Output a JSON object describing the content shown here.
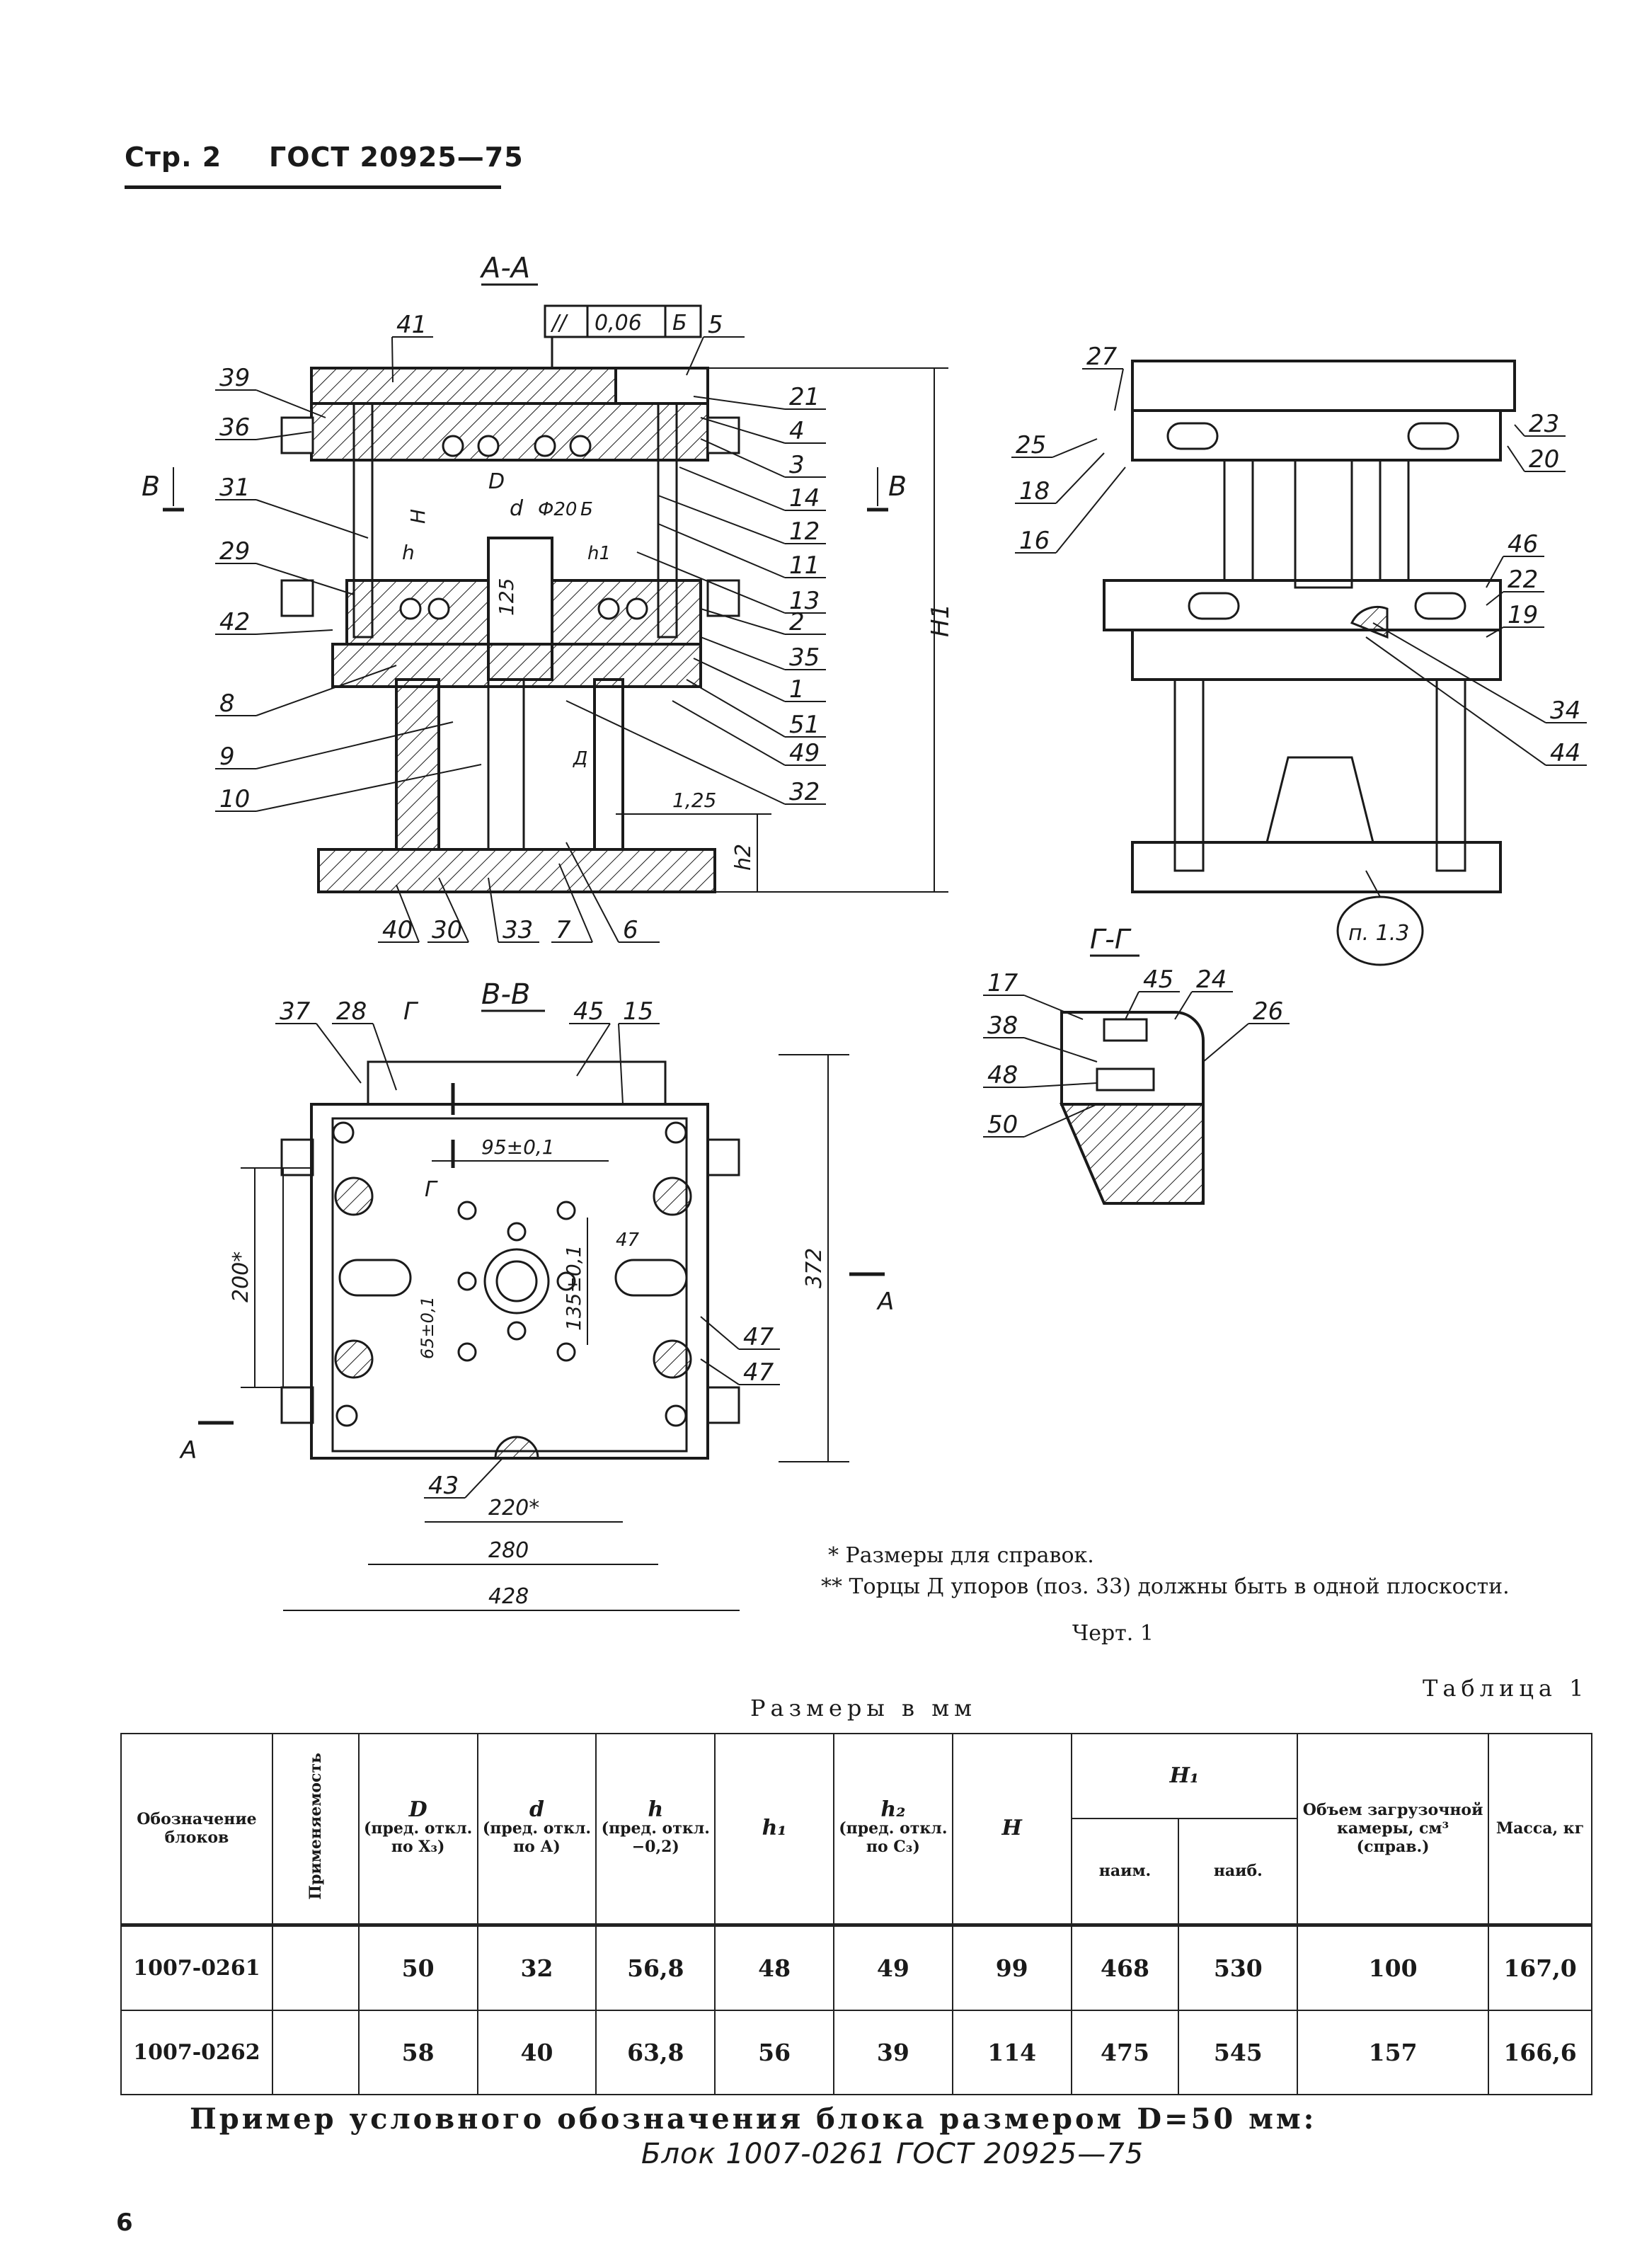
{
  "header": {
    "page_label": "Стр. 2",
    "standard": "ГОСТ 20925—75"
  },
  "drawing": {
    "section_aa": {
      "title": "А-А",
      "tolerance_frame": [
        "//",
        "0,06",
        "Б"
      ],
      "leaders": [
        "41",
        "5",
        "39",
        "36",
        "21",
        "4",
        "3",
        "14",
        "12",
        "11",
        "13",
        "31",
        "29",
        "42",
        "2",
        "35",
        "1",
        "51",
        "8",
        "9",
        "10",
        "49",
        "32",
        "40",
        "30",
        "33",
        "7",
        "6"
      ],
      "dims": [
        "D",
        "d",
        "Ф20",
        "Б",
        "H",
        "h",
        "h1",
        "125",
        "1,25",
        "h2",
        "H1",
        "Д"
      ],
      "cut_marks": [
        "В",
        "В"
      ]
    },
    "side_view": {
      "leaders": [
        "27",
        "25",
        "18",
        "16",
        "23",
        "20",
        "46",
        "22",
        "19",
        "34",
        "44"
      ],
      "callout": "п. 1.3"
    },
    "section_vv": {
      "title": "В-В",
      "leaders": [
        "37",
        "28",
        "45",
        "15",
        "47",
        "47",
        "43"
      ],
      "dims": [
        "95±0,1",
        "47",
        "135±0,1",
        "65±0,1",
        "200*",
        "372",
        "220*",
        "280",
        "428"
      ],
      "cut_marks": [
        "Г",
        "Г",
        "А",
        "А"
      ]
    },
    "section_gg": {
      "title": "Г-Г",
      "leaders": [
        "17",
        "45",
        "24",
        "26",
        "38",
        "48",
        "50"
      ]
    }
  },
  "notes": {
    "note1": "* Размеры для справок.",
    "note2": "** Торцы Д упоров (поз. 33) должны быть в одной плоскости.",
    "caption": "Черт. 1"
  },
  "table": {
    "label": "Таблица 1",
    "units": "Размеры в мм",
    "headers": {
      "designation": "Обозначение блоков",
      "applicability": "Применяемость",
      "D": "D",
      "D_sub": "(пред. откл. по X₃)",
      "d": "d",
      "d_sub": "(пред. откл. по А)",
      "h": "h",
      "h_sub": "(пред. откл. −0,2)",
      "h1": "h₁",
      "h2": "h₂",
      "h2_sub": "(пред. откл. по С₃)",
      "H": "H",
      "H1": "H₁",
      "H1_min": "наим.",
      "H1_max": "наиб.",
      "volume": "Объем загрузочной камеры, см³ (справ.)",
      "mass": "Масса, кг"
    },
    "rows": [
      {
        "name": "1007-0261",
        "applicability": "",
        "D": "50",
        "d": "32",
        "h": "56,8",
        "h1": "48",
        "h2": "49",
        "H": "99",
        "H1_min": "468",
        "H1_max": "530",
        "volume": "100",
        "mass": "167,0"
      },
      {
        "name": "1007-0262",
        "applicability": "",
        "D": "58",
        "d": "40",
        "h": "63,8",
        "h1": "56",
        "h2": "39",
        "H": "114",
        "H1_min": "475",
        "H1_max": "545",
        "volume": "157",
        "mass": "166,6"
      }
    ]
  },
  "example": {
    "line1": "Пример условного обозначения блока размером D=50 мм:",
    "line2": "Блок 1007-0261 ГОСТ 20925—75"
  },
  "page_number": "6"
}
